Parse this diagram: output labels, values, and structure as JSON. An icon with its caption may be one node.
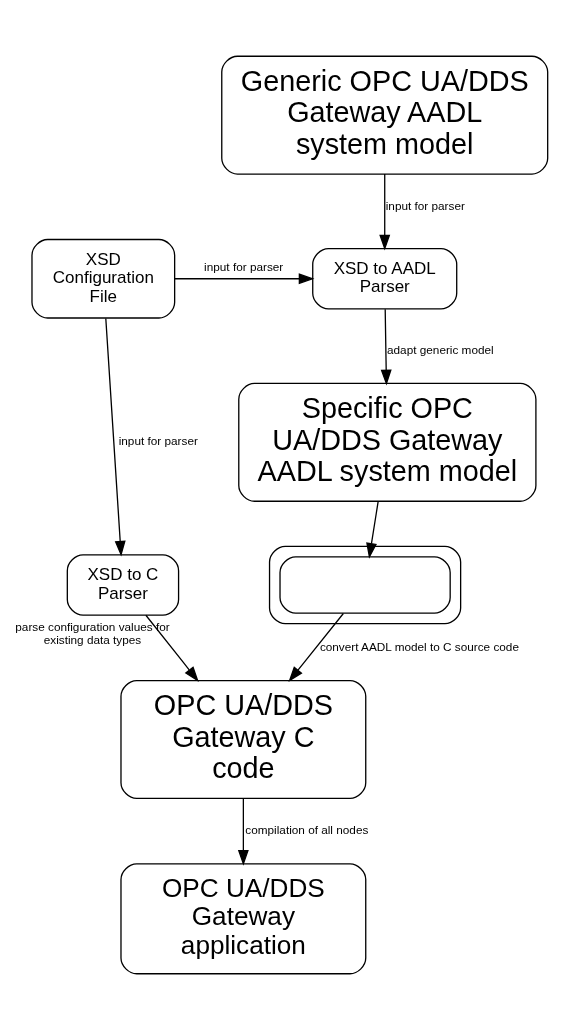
{
  "diagram": {
    "nodes": [
      {
        "text": [
          "Generic OPC UA/DDS Gateway AADL system model"
        ]
      },
      {
        "text": [
          "XSD Configuration File"
        ]
      },
      {
        "text": [
          "XSD to AADL Parser"
        ]
      },
      {
        "text": [
          "Specific OPC UA/DDS Gateway AADL system model"
        ]
      },
      {
        "text": [
          "XSD to C Parser"
        ]
      },
      {
        "text": [],
        "shape": "box"
      },
      {
        "text": [],
        "shape": "box",
        "in": 5
      },
      {
        "text": [
          "OPC UA/DDS Gateway C code"
        ]
      },
      {
        "text": [
          "OPC UA/DDS Gateway application"
        ]
      }
    ],
    "edges": [
      {
        "from": 0,
        "to": 2,
        "arrow": "to",
        "label": "input for parser"
      },
      {
        "from": 1,
        "to": 2,
        "arrow": "to",
        "label": "input for parser"
      },
      {
        "from": 2,
        "to": 3,
        "arrow": "to",
        "label": "adapt generic model"
      },
      {
        "from": 1,
        "to": 4,
        "arrow": "to",
        "label": "input for parser"
      },
      {
        "from": 3,
        "to": 6,
        "arrow": "to"
      },
      {
        "from": 6,
        "to": 7,
        "arrow": "to",
        "label": "convert AADL model to C source code"
      },
      {
        "from": 4,
        "to": 7,
        "arrow": "to",
        "label": "parse configuration values for existing data types"
      },
      {
        "from": 7,
        "to": 8,
        "arrow": "to",
        "label": "compilation of all nodes"
      }
    ]
  }
}
